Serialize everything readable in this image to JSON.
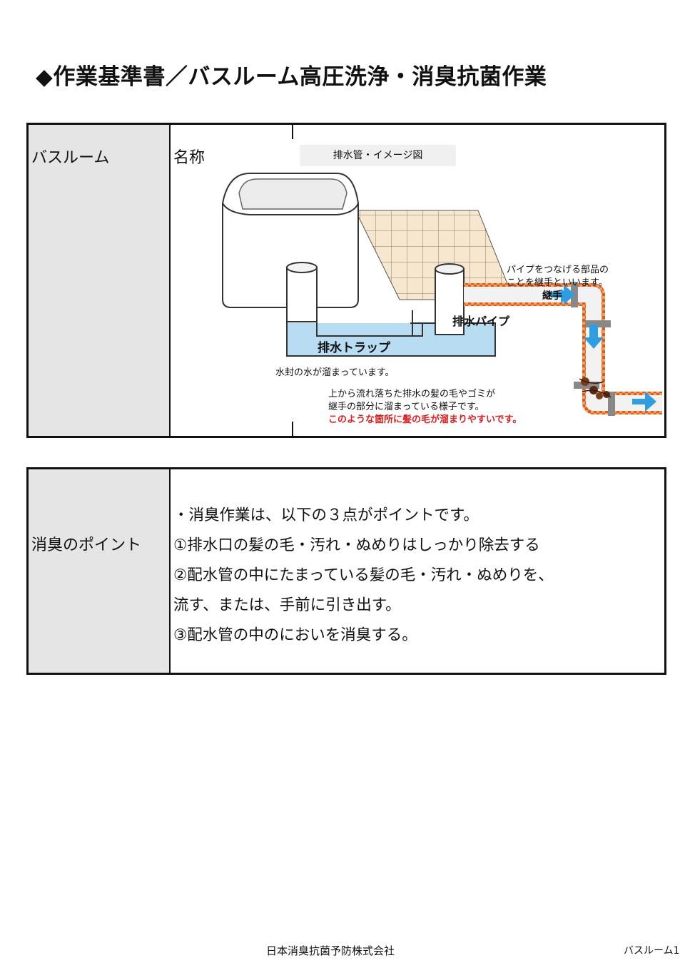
{
  "page_title": "◆作業基準書／バスルーム高圧洗浄・消臭抗菌作業",
  "section1": {
    "label": "バスルーム",
    "name_label": "名称",
    "diagram": {
      "caption": "排水管・イメージ図",
      "joint_note_line1": "パイプをつなげる部品の",
      "joint_note_line2": "ことを継手といいます。",
      "joint_label": "継手",
      "pipe_label": "排水パイプ",
      "trap_label": "排水トラップ",
      "water_seal_note": "水封の水が溜まっています。",
      "debris_note_line1": "上から流れ落ちた排水の髪の毛やゴミが",
      "debris_note_line2": "継手の部分に溜まっている様子です。",
      "warning": "このような箇所に髪の毛が溜まりやすいです。",
      "colors": {
        "pipe": "#f2f2f2",
        "pipe_outline": "#e05a1e",
        "arrow": "#2f9ee0",
        "water": "#b8dcf2",
        "warning": "#e01e1e",
        "tile": "#f7e7cf"
      }
    }
  },
  "section2": {
    "label": "消臭のポイント",
    "lines": [
      "・消臭作業は、以下の３点がポイントです。",
      "①排水口の髪の毛・汚れ・ぬめりはしっかり除去する",
      "②配水管の中にたまっている髪の毛・汚れ・ぬめりを、",
      "流す、または、手前に引き出す。",
      "③配水管の中のにおいを消臭する。"
    ]
  },
  "footer": {
    "company": "日本消臭抗菌予防株式会社",
    "page": "バスルーム1"
  }
}
